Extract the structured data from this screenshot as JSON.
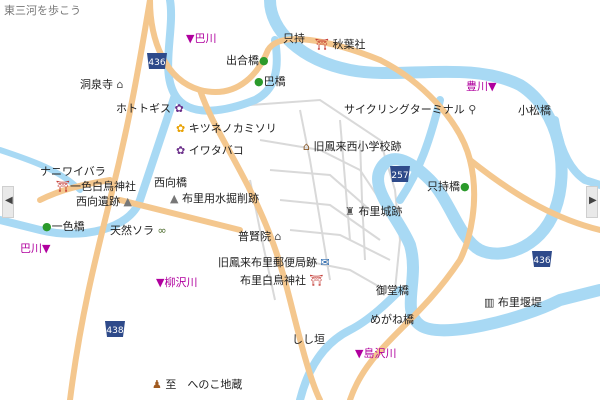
{
  "map_title": "東三河を歩こう",
  "nav": {
    "left_arrow": "◀",
    "right_arrow": "▶"
  },
  "route_shields": [
    "436",
    "257",
    "436",
    "438"
  ],
  "rivers": {
    "ooshima_top": "巴川",
    "toyokawa": "豊川",
    "tomoe_left": "巴川",
    "yanagisawa": "柳沢川",
    "shimasawa": "島沢川"
  },
  "bridges": {
    "dejibashi": "出合橋",
    "tomoebashi": "巴橋",
    "nishimukaibashi": "西向橋",
    "ichishikibashi": "一色橋",
    "tadamochibashi": "只持橋",
    "komatsubashi": "小松橋",
    "gotoubashi": "御堂橋",
    "meganebashi": "めがね橋",
    "shishigaki": "しし垣"
  },
  "places": {
    "tadamochi": "只持",
    "akiha": "秋葉社",
    "dousenji": "洞泉寺",
    "hototogisu": "ホトトギス",
    "kitsune": "キツネノカミソリ",
    "iwatabako": "イワタバコ",
    "old_school": "旧鳳来西小学校跡",
    "cycling": "サイクリングターミナル",
    "naniwaibara": "ナニワイバラ",
    "isshiki_shrine": "一色白鳥神社",
    "nishimukai_ruins": "西向遺跡",
    "water_ruins": "布里用水掘削跡",
    "fuir_castle": "布里城跡",
    "tennen_sora": "天然ソラ",
    "fukenin": "普賢院",
    "old_post": "旧鳳来布里郵便局跡",
    "fuir_shrine": "布里白鳥神社",
    "fuir_weir": "布里堰堤",
    "heboko": "至　へのこ地蔵"
  },
  "colors": {
    "river": "#a8d9f4",
    "road": "#f4c78e",
    "road_edge": "#e3a868",
    "town": "#dcdcdc",
    "river_label": "#b0009e"
  }
}
